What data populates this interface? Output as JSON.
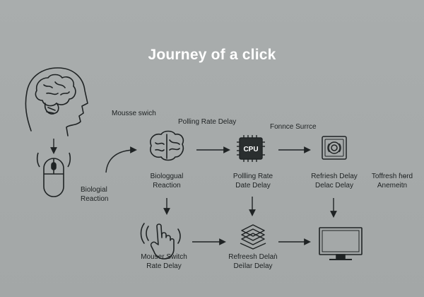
{
  "title": "Journey of a click",
  "labels": {
    "mouse_switch_top": "Mousse swich",
    "polling_top": "Polling Rate Delay",
    "fonnce": "Fonnce Surrce",
    "biological": [
      "Biologial",
      "Reaction"
    ],
    "bio_center": [
      "Biologgual",
      "Reaction"
    ],
    "polling_mid": [
      "Pollling Rate",
      "Date Delay"
    ],
    "refresh_mid": [
      "Refriesh Delay",
      "Delac Delay"
    ],
    "tofresh": [
      "Toffresh ɦɵrd",
      "Anemeitn"
    ],
    "mouser_switch": [
      "Mouser Switch",
      "Rate Delay"
    ],
    "refresh_bottom": [
      "Refreesh Delaǹ",
      "Deìlar Delay"
    ]
  },
  "icons": {
    "cpu_label": "CPU"
  },
  "colors": {
    "background": "#a6aaaa",
    "line": "#1f2324",
    "title": "#ffffff"
  }
}
